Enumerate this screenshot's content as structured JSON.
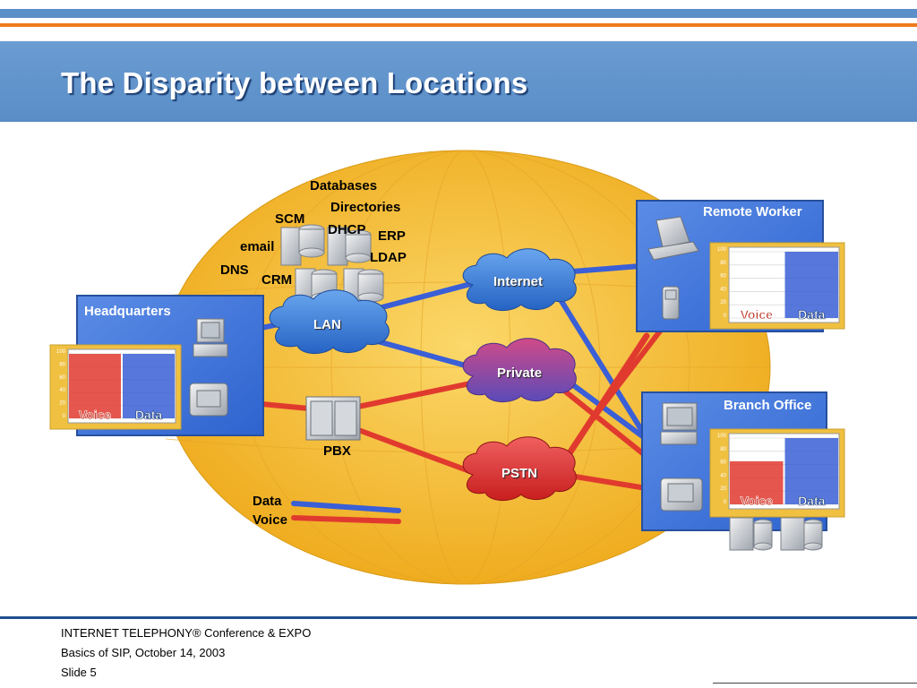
{
  "slide": {
    "title": "The Disparity between Locations"
  },
  "diagram": {
    "locations": {
      "headquarters": "Headquarters",
      "remote_worker": "Remote Worker",
      "branch_office": "Branch Office"
    },
    "clouds": {
      "lan": "LAN",
      "internet": "Internet",
      "private": "Private",
      "pstn": "PSTN"
    },
    "services": {
      "databases": "Databases",
      "directories": "Directories",
      "scm": "SCM",
      "dhcp": "DHCP",
      "erp": "ERP",
      "email": "email",
      "ldap": "LDAP",
      "dns": "DNS",
      "crm": "CRM"
    },
    "pbx": "PBX",
    "legend": {
      "data": "Data",
      "voice": "Voice"
    },
    "colors": {
      "voice": "#e03a2f",
      "data": "#3a5fd6",
      "panel": "#3b73d9",
      "ellipse": "#f3b427"
    }
  },
  "charts": {
    "tick_labels": [
      "100",
      "80",
      "60",
      "40",
      "20",
      "0"
    ],
    "voice_label": "Voice",
    "data_label": "Data",
    "headquarters": {
      "voice": 100,
      "data": 100
    },
    "remote_worker": {
      "voice": 0,
      "data": 100
    },
    "branch_office": {
      "voice": 65,
      "data": 100
    }
  },
  "footer": {
    "line1": "INTERNET TELEPHONY® Conference & EXPO",
    "line2": "Basics of SIP, October 14, 2003",
    "line3": "Slide 5"
  }
}
